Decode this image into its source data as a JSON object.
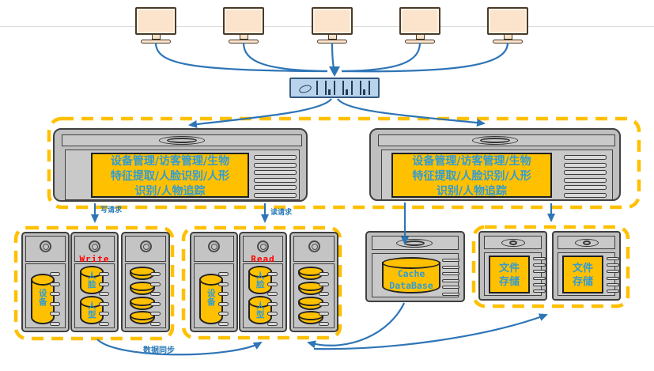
{
  "colors": {
    "group_border": "#FFC000",
    "arrow": "#2E75B6",
    "panel_fill": "#FFC000",
    "panel_text": "#2F9CD6",
    "tag_text": "#FF0000",
    "box_fill": "#BFBFBF",
    "switch_fill": "#B9D3EC",
    "monitor_fill": "#FBE3CC"
  },
  "clients": {
    "monitor_count": 5
  },
  "servers": {
    "left": {
      "label": "设备管理/访客管理/生物\n特征提取/人脸识别/人形\n识别/人物追踪"
    },
    "right": {
      "label": "设备管理/访客管理/生物\n特征提取/人脸识别/人形\n识别/人物追踪"
    }
  },
  "flows": {
    "write_request": "写请求",
    "read_request": "读请求",
    "data_sync": "数据同步"
  },
  "racks": [
    {
      "tag": "Write",
      "towers": [
        {
          "label": "设备"
        },
        {
          "top_label": "人脸",
          "bottom_label": "人型"
        },
        {
          "disk_count": 4
        }
      ]
    },
    {
      "tag": "Read",
      "towers": [
        {
          "label": "设备"
        },
        {
          "top_label": "人脸",
          "bottom_label": "人型"
        },
        {
          "disk_count": 4
        }
      ]
    }
  ],
  "cache": {
    "label": "Cache\nDataBase"
  },
  "file_stores": [
    {
      "label": "文件\n存储"
    },
    {
      "label": "文件\n存储"
    }
  ]
}
